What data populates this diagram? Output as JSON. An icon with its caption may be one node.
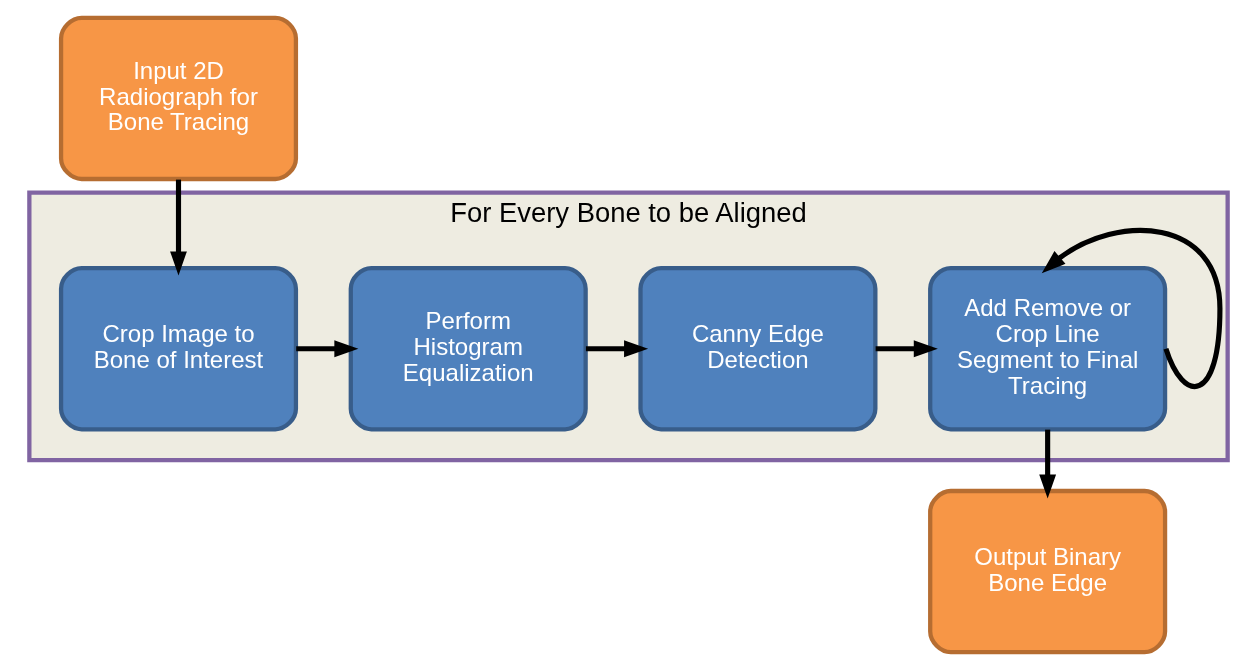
{
  "diagram": {
    "nodes": [
      {
        "text": [
          "Input 2D Radiograph for Bone Tracing"
        ]
      },
      {
        "text": [
          "For Every Bone to be Aligned"
        ]
      },
      {
        "text": [
          "Crop Image to Bone of Interest"
        ],
        "in": 1
      },
      {
        "text": [
          "Perform Histogram Equalization"
        ],
        "in": 1
      },
      {
        "text": [
          "Canny Edge Detection"
        ],
        "in": 1
      },
      {
        "text": [
          "Add Remove or Crop Line Segment to Final Tracing"
        ],
        "in": 1
      },
      {
        "text": [
          "Output Binary Bone Edge"
        ]
      }
    ],
    "edges": [
      {
        "from": 0,
        "to": 2,
        "arrow": "to"
      },
      {
        "from": 2,
        "to": 3,
        "arrow": "to"
      },
      {
        "from": 3,
        "to": 4,
        "arrow": "to"
      },
      {
        "from": 4,
        "to": 5,
        "arrow": "to"
      },
      {
        "from": 5,
        "to": 5,
        "arrow": "to"
      },
      {
        "from": 5,
        "to": 6,
        "arrow": "to"
      }
    ]
  }
}
